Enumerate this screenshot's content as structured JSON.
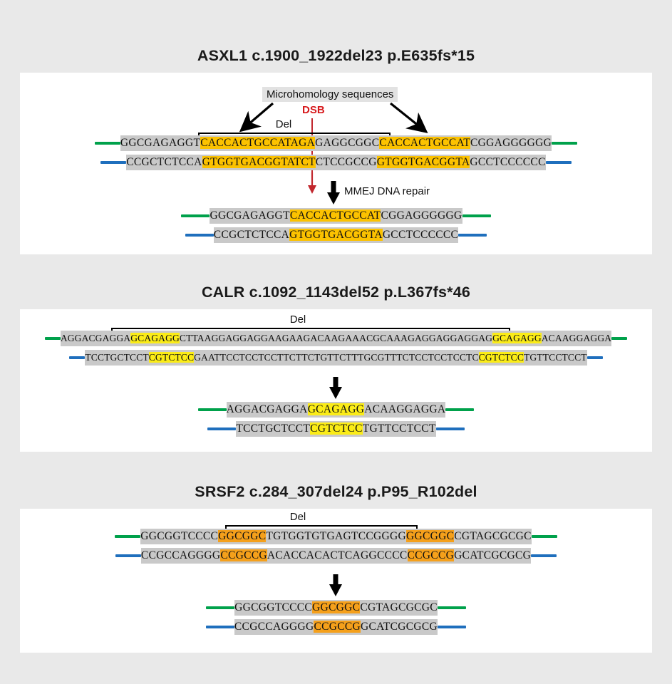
{
  "figure": {
    "background": "#e9e9e9",
    "colors": {
      "green_strand": "#00a14b",
      "blue_strand": "#1f6fbd",
      "sequence_background": "#c9c9c9",
      "microhomology_gold": "#fcc200",
      "microhomology_yellow": "#fbec17",
      "microhomology_orange": "#f5a01b",
      "dsb_red": "#d7191c"
    },
    "labels": {
      "del": "Del",
      "dsb": "DSB",
      "microhomology": "Microhomology sequences",
      "repair": "MMEJ DNA repair"
    }
  },
  "panels": [
    {
      "id": "asxl1",
      "title": "ASXL1 c.1900_1922del23 p.E635fs*15",
      "highlight_class": "mh-yellow",
      "pre_repair": {
        "top": [
          {
            "text": "GGCGAGAGGT",
            "hl": false
          },
          {
            "text": "CACCACTGCCATAGA",
            "hl": true
          },
          {
            "text": "GAGGCGGC",
            "hl": false
          },
          {
            "text": "CACCACTGCCAT",
            "hl": true
          },
          {
            "text": "CGGAGGGGGG",
            "hl": false
          }
        ],
        "bottom": [
          {
            "text": "CCGCTCTCCA",
            "hl": false
          },
          {
            "text": "GTGGTGACGGTATCT",
            "hl": true
          },
          {
            "text": "CTCCGCCG",
            "hl": false
          },
          {
            "text": "GTGGTGACGGTA",
            "hl": true
          },
          {
            "text": "GCCTCCCCCC",
            "hl": false
          }
        ]
      },
      "post_repair": {
        "top": [
          {
            "text": "GGCGAGAGGT",
            "hl": false
          },
          {
            "text": "CACCACTGCCAT",
            "hl": true
          },
          {
            "text": "CGGAGGGGGG",
            "hl": false
          }
        ],
        "bottom": [
          {
            "text": "CCGCTCTCCA",
            "hl": false
          },
          {
            "text": "GTGGTGACGGTA",
            "hl": true
          },
          {
            "text": "GCCTCCCCCC",
            "hl": false
          }
        ]
      }
    },
    {
      "id": "calr",
      "title": "CALR c.1092_1143del52 p.L367fs*46",
      "highlight_class": "mh-pale",
      "pre_repair": {
        "top": [
          {
            "text": "AGGACGAGGA",
            "hl": false
          },
          {
            "text": "GCAGAGG",
            "hl": true
          },
          {
            "text": "CTTAAGGAGGAGGAAGAAGACAAGAAACGCAAAGAGGAGGAGGAG",
            "hl": false
          },
          {
            "text": "GCAGAGG",
            "hl": true
          },
          {
            "text": "ACAAGGAGGA",
            "hl": false
          }
        ],
        "bottom": [
          {
            "text": "TCCTGCTCCT",
            "hl": false
          },
          {
            "text": "CGTCTCC",
            "hl": true
          },
          {
            "text": "GAATTCCTCCTCCTTCTTCTGTTCTTTGCGTTTCTCCTCCTCCTC",
            "hl": false
          },
          {
            "text": "CGTCTCC",
            "hl": true
          },
          {
            "text": "TGTTCCTCCT",
            "hl": false
          }
        ]
      },
      "post_repair": {
        "top": [
          {
            "text": "AGGACGAGGA",
            "hl": false
          },
          {
            "text": "GCAGAGG",
            "hl": true
          },
          {
            "text": "ACAAGGAGGA",
            "hl": false
          }
        ],
        "bottom": [
          {
            "text": "TCCTGCTCCT",
            "hl": false
          },
          {
            "text": "CGTCTCC",
            "hl": true
          },
          {
            "text": "TGTTCCTCCT",
            "hl": false
          }
        ]
      }
    },
    {
      "id": "srsf2",
      "title": "SRSF2 c.284_307del24 p.P95_R102del",
      "highlight_class": "mh-orange",
      "pre_repair": {
        "top": [
          {
            "text": "GGCGGTCCCC",
            "hl": false
          },
          {
            "text": "GGCGGC",
            "hl": true
          },
          {
            "text": "TGTGGTGTGAGTCCGGGG",
            "hl": false
          },
          {
            "text": "GGCGGC",
            "hl": true
          },
          {
            "text": "CGTAGCGCGC",
            "hl": false
          }
        ],
        "bottom": [
          {
            "text": "CCGCCAGGGG",
            "hl": false
          },
          {
            "text": "CCGCCG",
            "hl": true
          },
          {
            "text": "ACACCACACTCAGGCCCC",
            "hl": false
          },
          {
            "text": "CCGCCG",
            "hl": true
          },
          {
            "text": "GCATCGCGCG",
            "hl": false
          }
        ]
      },
      "post_repair": {
        "top": [
          {
            "text": "GGCGGTCCCC",
            "hl": false
          },
          {
            "text": "GGCGGC",
            "hl": true
          },
          {
            "text": "CGTAGCGCGC",
            "hl": false
          }
        ],
        "bottom": [
          {
            "text": "CCGCCAGGGG",
            "hl": false
          },
          {
            "text": "CCGCCG",
            "hl": true
          },
          {
            "text": "GCATCGCGCG",
            "hl": false
          }
        ]
      }
    }
  ]
}
